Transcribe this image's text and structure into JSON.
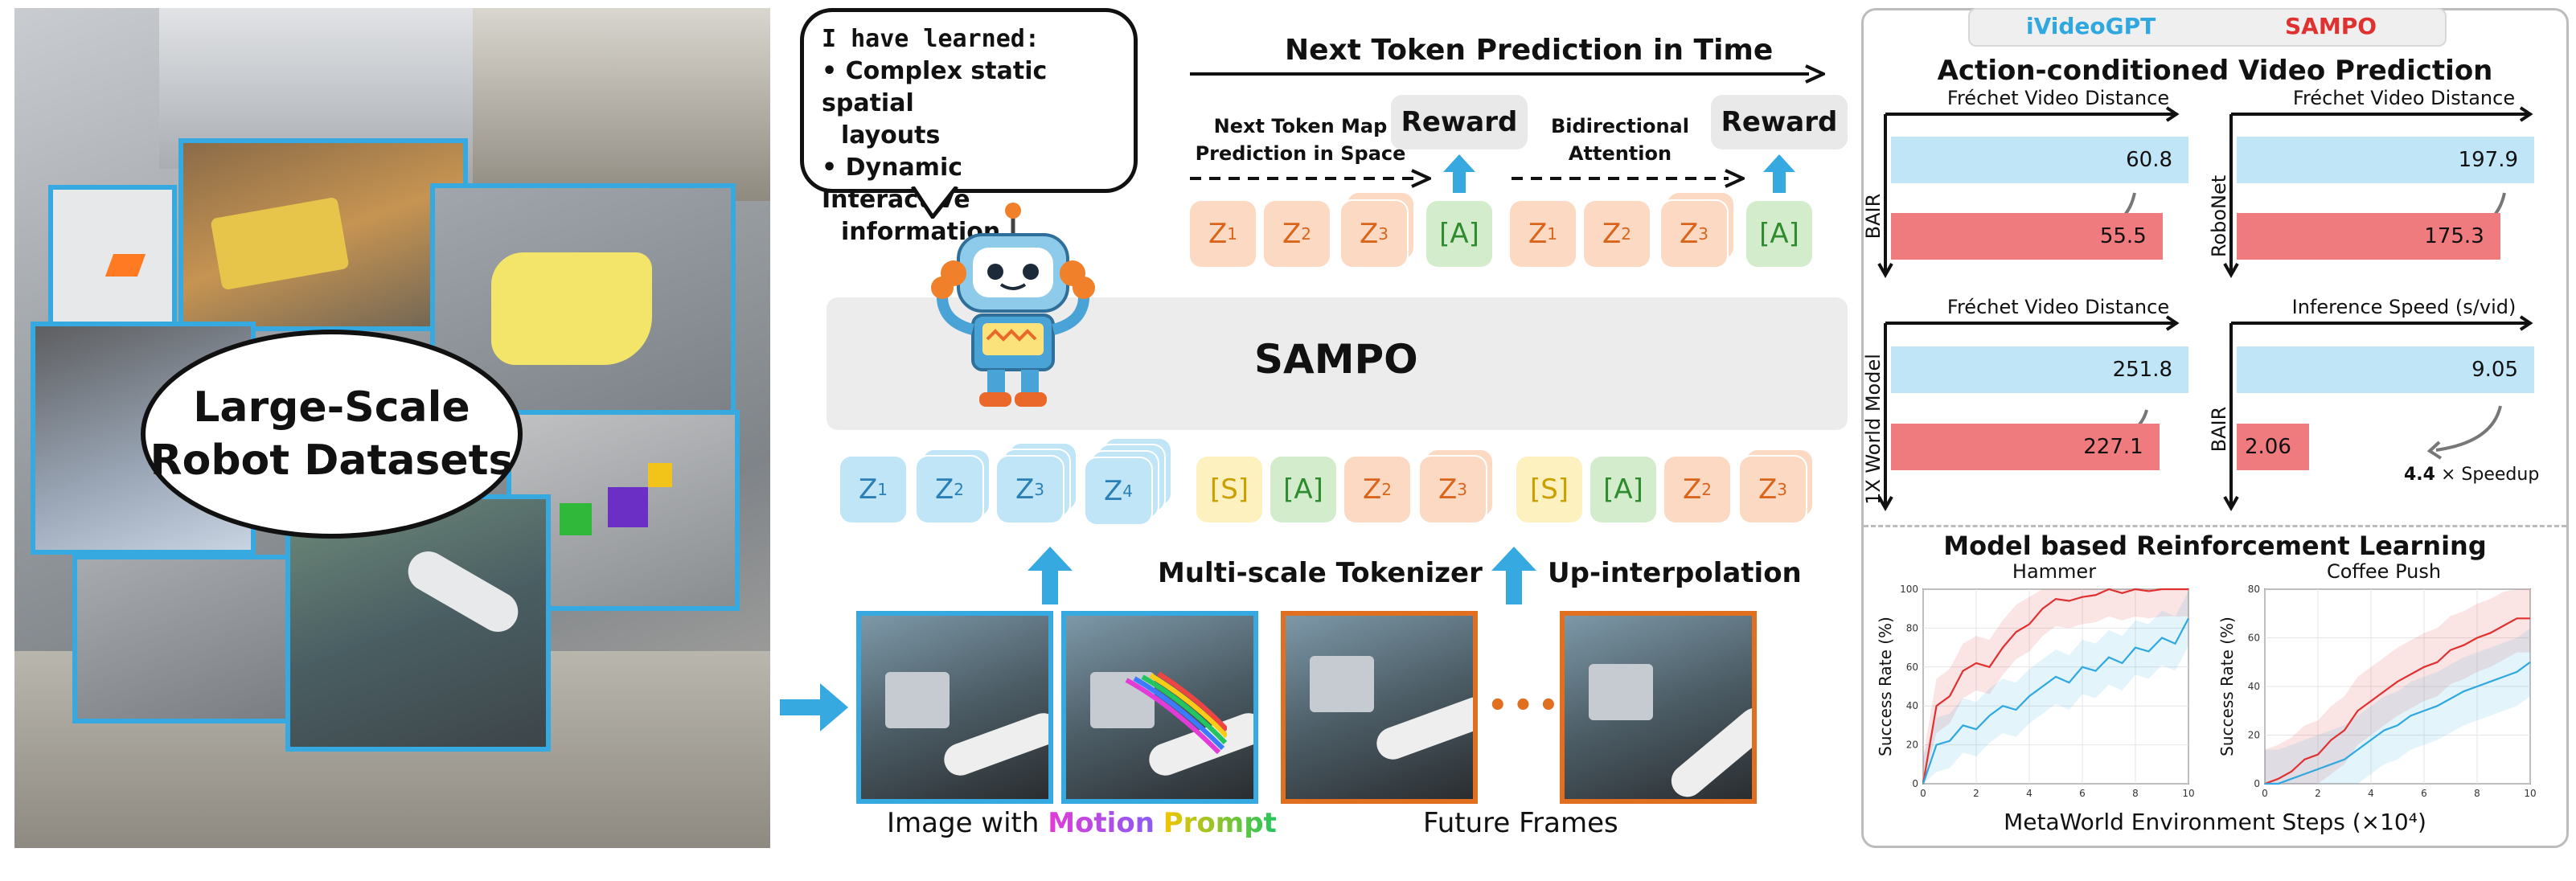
{
  "datasets_bubble": {
    "line1": "Large-Scale",
    "line2": "Robot Datasets"
  },
  "thought_bubble": {
    "heading": "I have learned:",
    "items": [
      "Complex static spatial",
      "layouts",
      "Dynamic Interactive",
      "information"
    ]
  },
  "top": {
    "next_token_time": "Next Token Prediction in Time",
    "next_token_map_l1": "Next Token Map",
    "next_token_map_l2": "Prediction in Space",
    "bidirectional_l1": "Bidirectional",
    "bidirectional_l2": "Attention",
    "reward": "Reward"
  },
  "tokens": {
    "z": "Z",
    "a": "[A]",
    "s": "[S]",
    "sub1": "1",
    "sub2": "2",
    "sub3": "3",
    "sub4": "4"
  },
  "sampo_label": "SAMPO",
  "bottom": {
    "multi_scale_tokenizer": "Multi-scale Tokenizer",
    "up_interpolation": "Up-interpolation",
    "image_with": "Image with ",
    "motion": "Motion",
    "prompt": "Prompt",
    "future_frames": "Future Frames",
    "ellipsis": "•••"
  },
  "legend": {
    "ivideogpt": "iVideoGPT",
    "sampo": "SAMPO"
  },
  "right_panel": {
    "section1_title": "Action-conditioned Video Prediction",
    "section2_title": "Model based Reinforcement Learning",
    "bar_panels": [
      {
        "title": "Fréchet Video Distance",
        "ylabel": "BAIR",
        "blue": "60.8",
        "red": "55.5",
        "blue_v": 60.8,
        "red_v": 55.5
      },
      {
        "title": "Fréchet Video Distance",
        "ylabel": "RoboNet",
        "blue": "197.9",
        "red": "175.3",
        "blue_v": 197.9,
        "red_v": 175.3
      },
      {
        "title": "Fréchet Video Distance",
        "ylabel": "1X World Model",
        "blue": "251.8",
        "red": "227.1",
        "blue_v": 251.8,
        "red_v": 227.1
      },
      {
        "title": "Inference Speed (s/vid)",
        "ylabel": "BAIR",
        "blue": "9.05",
        "red": "2.06",
        "blue_v": 9.05,
        "red_v": 2.06
      }
    ],
    "speedup_value": "4.4",
    "speedup_text": " × Speedup",
    "colors": {
      "ivideogpt": "#2fa8e0",
      "sampo": "#e03131"
    }
  },
  "chart_data": [
    {
      "type": "line",
      "title": "Hammer",
      "xlabel": "MetaWorld Environment Steps (×10⁴)",
      "ylabel": "Success Rate (%)",
      "xlim": [
        0,
        10
      ],
      "ylim": [
        0,
        100
      ],
      "x_ticks": [
        "0",
        "2",
        "4",
        "6",
        "8",
        "10"
      ],
      "y_ticks": [
        "0",
        "20",
        "40",
        "60",
        "80",
        "100"
      ],
      "x": [
        0,
        0.5,
        1,
        1.5,
        2,
        2.5,
        3,
        3.5,
        4,
        4.5,
        5,
        5.5,
        6,
        6.5,
        7,
        7.5,
        8,
        8.5,
        9,
        9.5,
        10
      ],
      "series": [
        {
          "color": "#e03131",
          "values": [
            0,
            40,
            45,
            58,
            62,
            60,
            70,
            78,
            82,
            90,
            95,
            94,
            96,
            97,
            100,
            98,
            100,
            99,
            100,
            100,
            100
          ]
        },
        {
          "color": "#2fa8e0",
          "values": [
            0,
            20,
            22,
            30,
            28,
            35,
            40,
            38,
            45,
            50,
            55,
            52,
            60,
            58,
            65,
            62,
            70,
            68,
            75,
            72,
            85
          ]
        }
      ]
    },
    {
      "type": "line",
      "title": "Coffee Push",
      "xlabel": "",
      "ylabel": "Success Rate (%)",
      "xlim": [
        0,
        10
      ],
      "ylim": [
        0,
        80
      ],
      "x_ticks": [
        "0",
        "2",
        "4",
        "6",
        "8",
        "10"
      ],
      "y_ticks": [
        "0",
        "20",
        "40",
        "60",
        "80"
      ],
      "x": [
        0,
        0.5,
        1,
        1.5,
        2,
        2.5,
        3,
        3.5,
        4,
        4.5,
        5,
        5.5,
        6,
        6.5,
        7,
        7.5,
        8,
        8.5,
        9,
        9.5,
        10
      ],
      "series": [
        {
          "color": "#e03131",
          "values": [
            0,
            2,
            5,
            10,
            12,
            18,
            22,
            30,
            34,
            38,
            42,
            45,
            48,
            50,
            55,
            57,
            60,
            62,
            65,
            68,
            68
          ]
        },
        {
          "color": "#2fa8e0",
          "values": [
            0,
            0,
            2,
            4,
            6,
            8,
            10,
            14,
            18,
            22,
            24,
            28,
            30,
            32,
            35,
            38,
            40,
            42,
            44,
            46,
            50
          ]
        }
      ]
    }
  ]
}
